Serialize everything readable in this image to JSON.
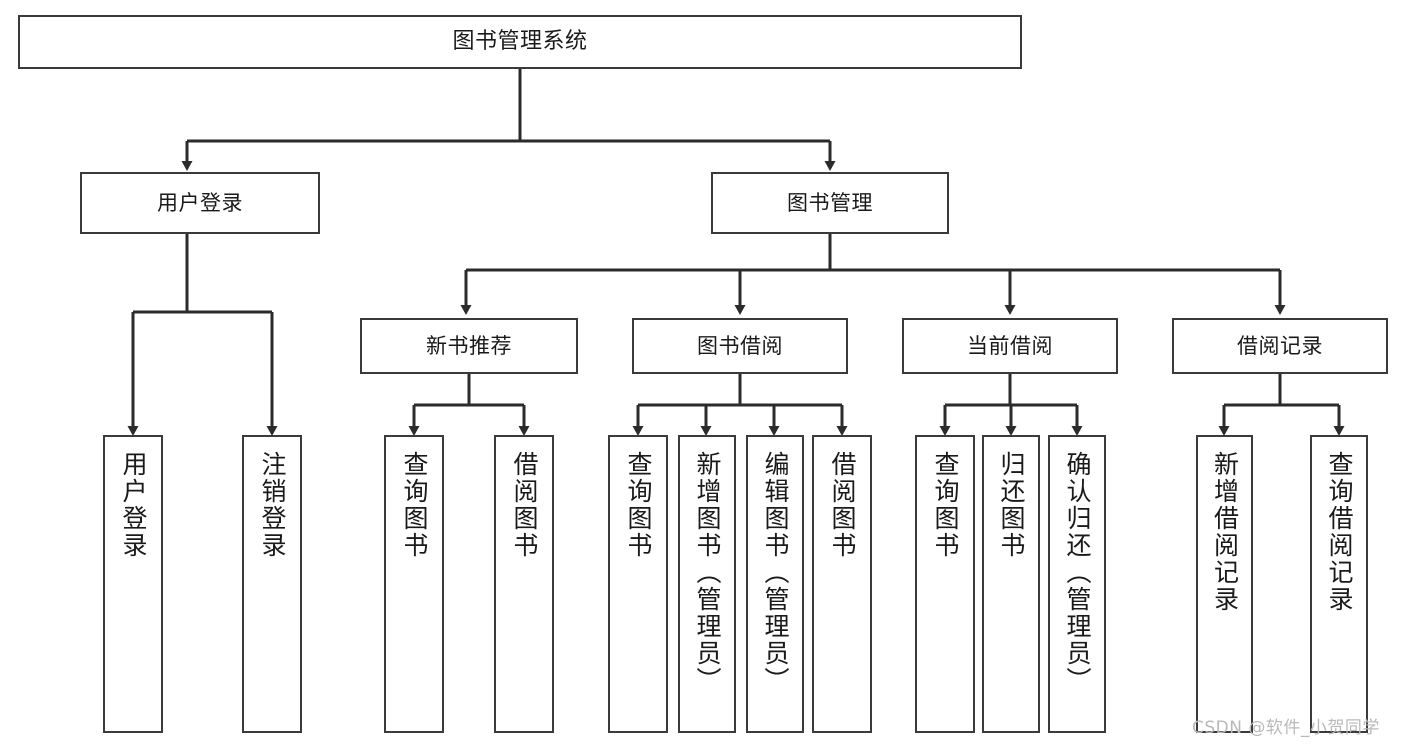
{
  "diagram": {
    "type": "tree-hierarchy",
    "title": "图书管理系统",
    "colors": {
      "node_border": "#3a3a3a",
      "node_fill": "#ffffff",
      "connector": "#2b2b2b",
      "text": "#1a1a1a",
      "watermark": "#b9b9b9"
    },
    "root": {
      "label": "图书管理系统"
    },
    "level2": [
      {
        "label": "用户登录"
      },
      {
        "label": "图书管理"
      }
    ],
    "level3": [
      {
        "label": "新书推荐"
      },
      {
        "label": "图书借阅"
      },
      {
        "label": "当前借阅"
      },
      {
        "label": "借阅记录"
      }
    ],
    "leaves": {
      "user_login": [
        {
          "label": "用户登录"
        },
        {
          "label": "注销登录"
        }
      ],
      "new_book_recommend": [
        {
          "label": "查询图书"
        },
        {
          "label": "借阅图书"
        }
      ],
      "book_borrow": [
        {
          "label": "查询图书"
        },
        {
          "label": "新增图书（管理员）"
        },
        {
          "label": "编辑图书（管理员）"
        },
        {
          "label": "借阅图书"
        }
      ],
      "current_borrow": [
        {
          "label": "查询图书"
        },
        {
          "label": "归还图书"
        },
        {
          "label": "确认归还（管理员）"
        }
      ],
      "borrow_records": [
        {
          "label": "新增借阅记录"
        },
        {
          "label": "查询借阅记录"
        }
      ]
    },
    "watermark": "CSDN @软件_小贺同学"
  }
}
